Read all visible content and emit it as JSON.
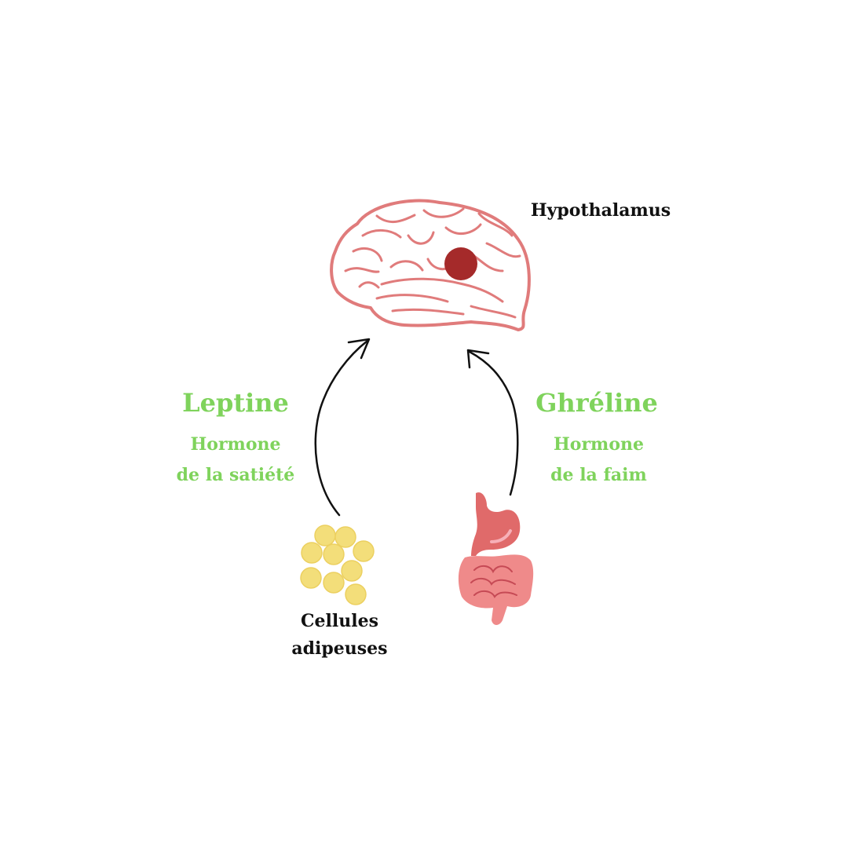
{
  "colors": {
    "hormone_text": "#7fd35c",
    "brain_outline": "#e07b7b",
    "hypothalamus_dot": "#a52a2a",
    "fat_cell": "#f3de7a",
    "stomach": "#e06a6a",
    "intestine": "#ef8a8a",
    "arrow": "#111111"
  },
  "brain": {
    "label": "Hypothalamus",
    "icon": "brain-icon"
  },
  "leptine": {
    "title": "Leptine",
    "subtitle_line1": "Hormone",
    "subtitle_line2": "de la satiété"
  },
  "ghreline": {
    "title": "Ghréline",
    "subtitle_line1": "Hormone",
    "subtitle_line2": "de la faim"
  },
  "fat_cells": {
    "label_line1": "Cellules",
    "label_line2": "adipeuses",
    "icon": "fat-cells-icon"
  },
  "digestive": {
    "icon": "stomach-intestine-icon"
  }
}
